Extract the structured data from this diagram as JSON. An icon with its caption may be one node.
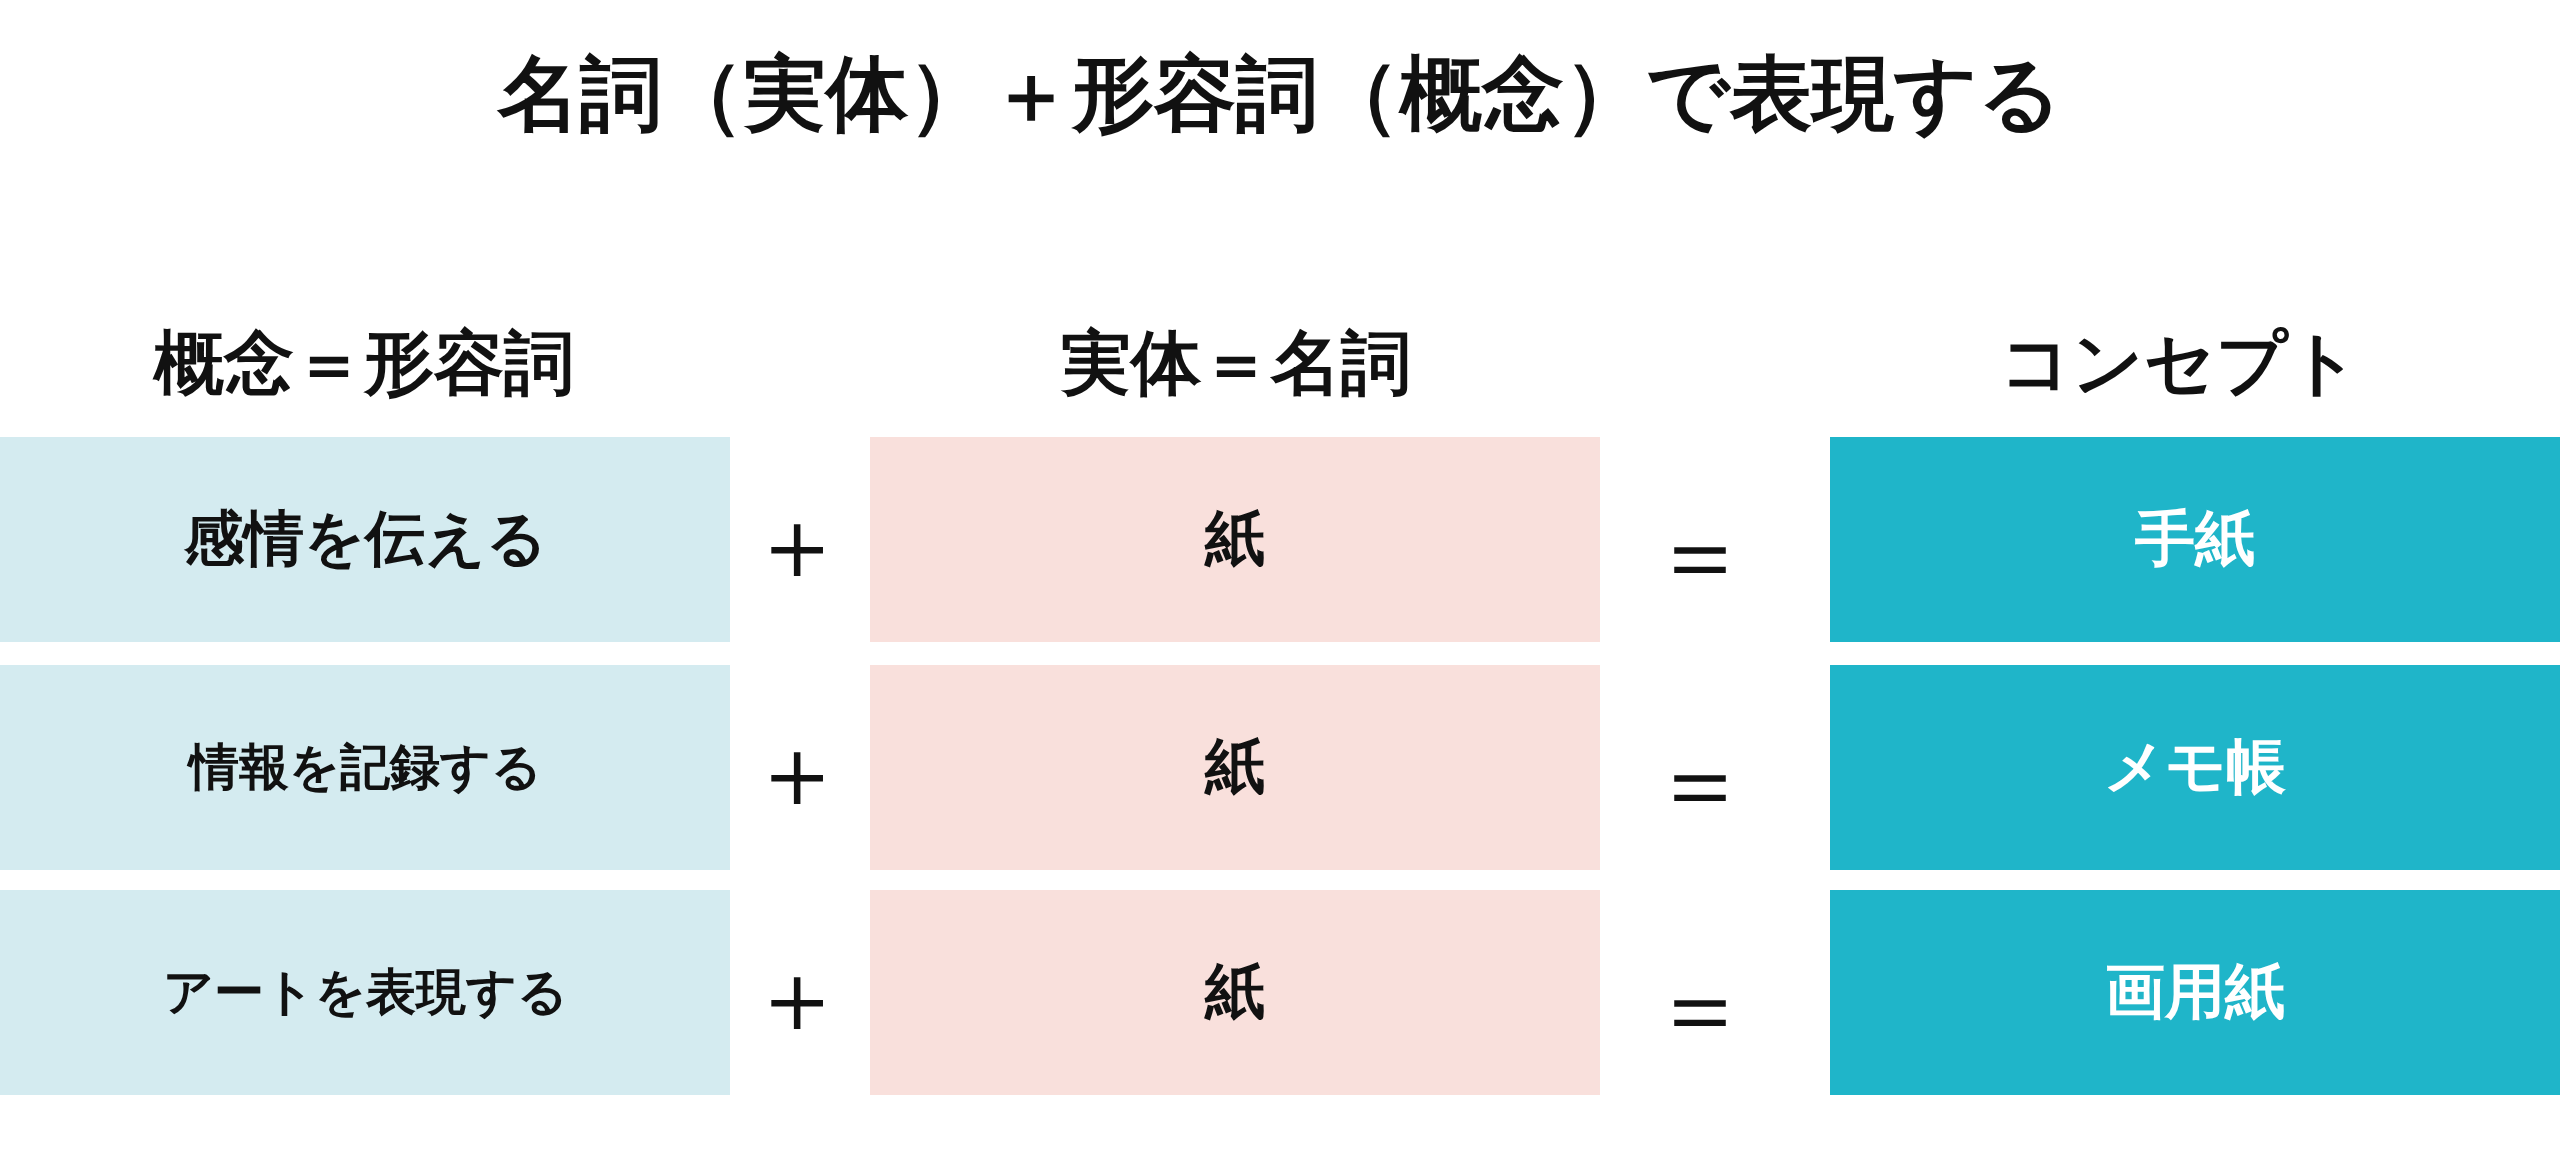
{
  "diagram": {
    "title": "名詞（実体）＋形容詞（概念）で表現する",
    "nodes": [
      {
        "text": [
          "感情を伝える"
        ]
      },
      {
        "text": [
          "紙"
        ]
      },
      {
        "text": [
          "手紙"
        ]
      },
      {
        "text": [
          "情報を記録する"
        ]
      },
      {
        "text": [
          "紙"
        ]
      },
      {
        "text": [
          "メモ帳"
        ]
      },
      {
        "text": [
          "アートを表現する"
        ]
      },
      {
        "text": [
          "紙"
        ]
      },
      {
        "text": [
          "画用紙"
        ]
      }
    ],
    "labels": [
      "概念＝形容詞",
      "実体＝名詞",
      "コンセプト",
      "＋",
      "＝",
      "＋",
      "＝",
      "＋",
      "＝"
    ]
  }
}
